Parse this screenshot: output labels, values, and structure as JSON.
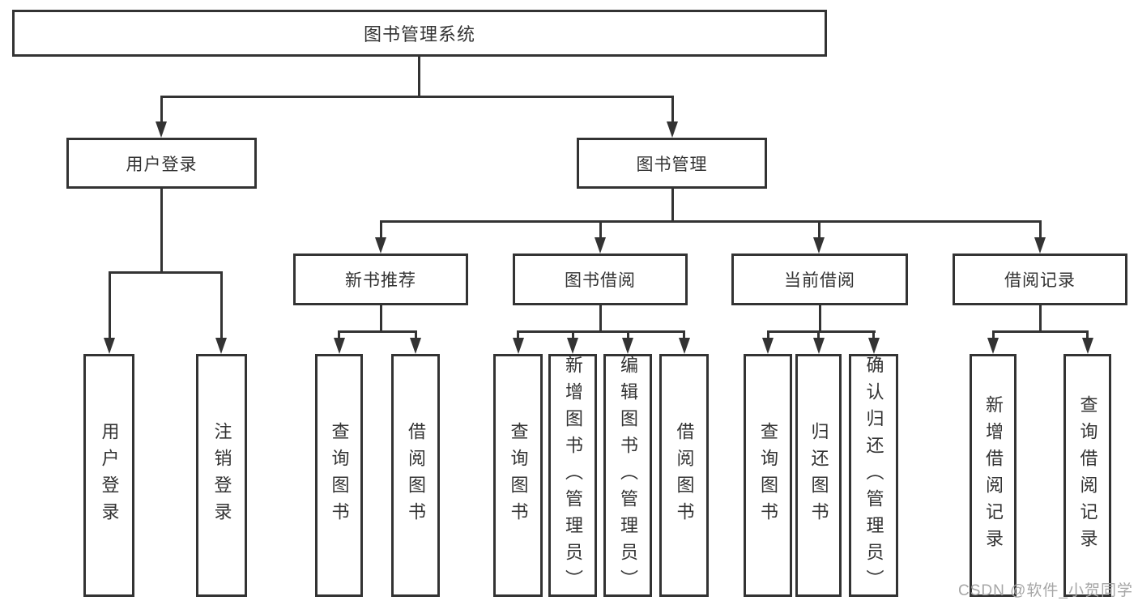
{
  "diagram": {
    "root": {
      "label": "图书管理系统"
    },
    "level2": [
      {
        "label": "用户登录"
      },
      {
        "label": "图书管理"
      }
    ],
    "level3": [
      {
        "label": "新书推荐"
      },
      {
        "label": "图书借阅"
      },
      {
        "label": "当前借阅"
      },
      {
        "label": "借阅记录"
      }
    ],
    "leaves": [
      {
        "label": "用户登录"
      },
      {
        "label": "注销登录"
      },
      {
        "label": "查询图书"
      },
      {
        "label": "借阅图书"
      },
      {
        "label": "查询图书"
      },
      {
        "label": "新增图书（管理员）"
      },
      {
        "label": "编辑图书（管理员）"
      },
      {
        "label": "借阅图书"
      },
      {
        "label": "查询图书"
      },
      {
        "label": "归还图书"
      },
      {
        "label": "确认归还（管理员）"
      },
      {
        "label": "新增借阅记录"
      },
      {
        "label": "查询借阅记录"
      }
    ],
    "watermark": "CSDN @软件_小贺同学",
    "colors": {
      "line": "#333333",
      "text": "#333333",
      "background": "#ffffff",
      "watermark": "#a6a6a6"
    }
  }
}
